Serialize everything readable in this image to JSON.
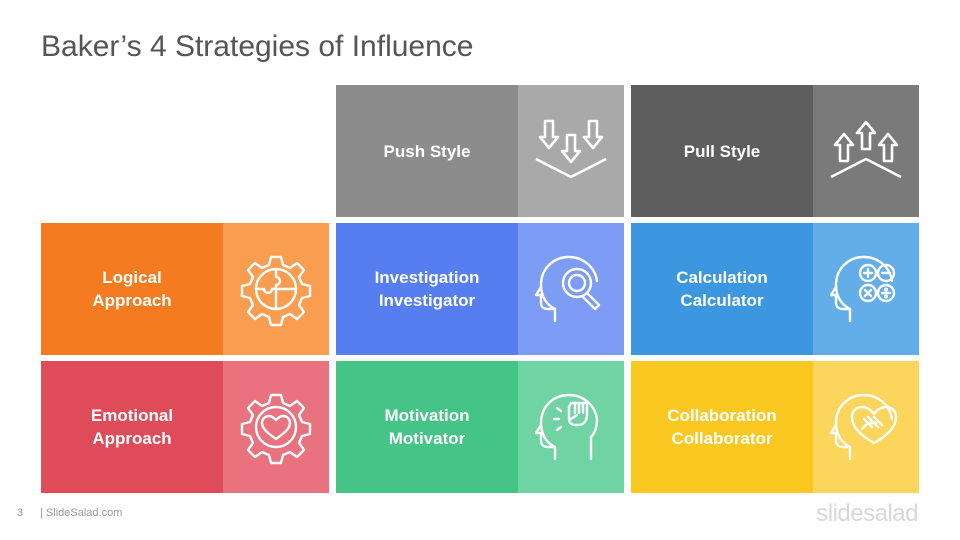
{
  "title": "Baker’s 4 Strategies of Influence",
  "cards": {
    "push": {
      "label": "Push Style",
      "icon": "arrows-down-icon",
      "color": "#8c8c8c",
      "icon_bg": "#a9a9a9"
    },
    "pull": {
      "label": "Pull Style",
      "icon": "arrows-up-icon",
      "color": "#5e5e5e",
      "icon_bg": "#7a7a7a"
    },
    "logical": {
      "label": "Logical\nApproach",
      "icon": "puzzle-gear-icon",
      "color": "#f47b20",
      "icon_bg": "#f99d51"
    },
    "investigation": {
      "label": "Investigation\nInvestigator",
      "icon": "head-magnifier-icon",
      "color": "#567ef0",
      "icon_bg": "#7d9cf4"
    },
    "calculation": {
      "label": "Calculation\nCalculator",
      "icon": "head-math-icon",
      "color": "#3d97e0",
      "icon_bg": "#63aee8"
    },
    "emotional": {
      "label": "Emotional\nApproach",
      "icon": "heart-gear-icon",
      "color": "#e04b5a",
      "icon_bg": "#e8737e"
    },
    "motivation": {
      "label": "Motivation\nMotivator",
      "icon": "head-fist-icon",
      "color": "#45c488",
      "icon_bg": "#70d3a3"
    },
    "collaboration": {
      "label": "Collaboration\nCollaborator",
      "icon": "head-handshake-icon",
      "color": "#fbc821",
      "icon_bg": "#fcd55c"
    }
  },
  "footer": {
    "page_number": "3",
    "site": "| SlideSalad.com",
    "brand": "slidesalad"
  }
}
